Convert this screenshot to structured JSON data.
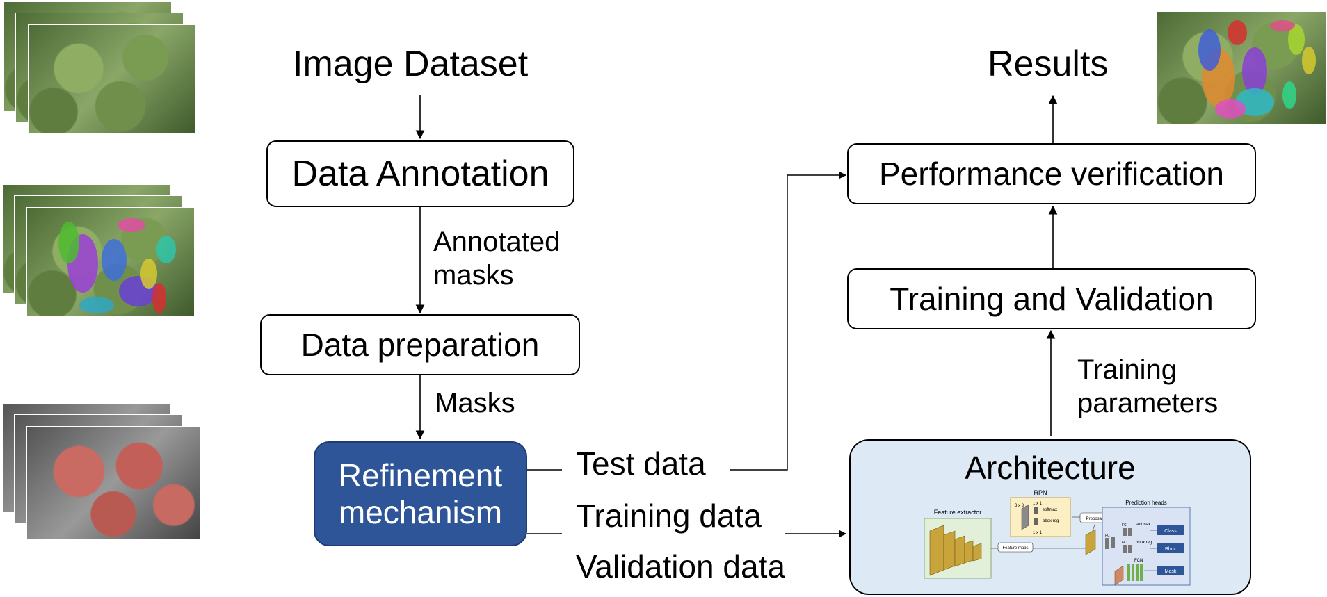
{
  "left_images": {
    "original": "image-stack-original",
    "annotated": "image-stack-annotated",
    "masked": "image-stack-masks"
  },
  "pipeline": {
    "image_dataset": "Image Dataset",
    "data_annotation": "Data Annotation",
    "annotated_masks_line1": "Annotated",
    "annotated_masks_line2": "masks",
    "data_preparation": "Data preparation",
    "masks": "Masks",
    "refinement_line1": "Refinement",
    "refinement_line2": "mechanism",
    "test_data": "Test data",
    "training_data": "Training data",
    "validation_data": "Validation data"
  },
  "right": {
    "results": "Results",
    "performance_verification": "Performance verification",
    "training_and_validation": "Training and Validation",
    "training_parameters_line1": "Training",
    "training_parameters_line2": "parameters",
    "architecture": "Architecture"
  },
  "architecture_diagram": {
    "rpn": "RPN",
    "feature_extractor": "Feature extractor",
    "feature_maps": "Feature maps",
    "proposals": "Proposals",
    "prediction_heads": "Prediction heads",
    "conv_3x3": "3 x 3",
    "conv_1x1_top": "1 x 1",
    "conv_1x1_bottom": "1 x 1",
    "softmax_rpn": "softmax",
    "bbox_reg_rpn": "bbox reg",
    "fc1": "FC",
    "fc2": "FC",
    "fc3": "FC",
    "softmax_head": "softmax",
    "bbox_reg_head": "bbox reg",
    "fcn": "FCN",
    "class": "Class",
    "bbox": "Bbox",
    "mask": "Mask"
  },
  "colors": {
    "refinement_fill": "#2e5597",
    "architecture_fill": "#dde9f5",
    "rpn_fill": "#fdefc4",
    "feature_extractor_fill": "#e2efd9",
    "prediction_heads_fill": "#dae3f3",
    "output_button": "#2e5597",
    "feature_block": "#c9a43a"
  }
}
